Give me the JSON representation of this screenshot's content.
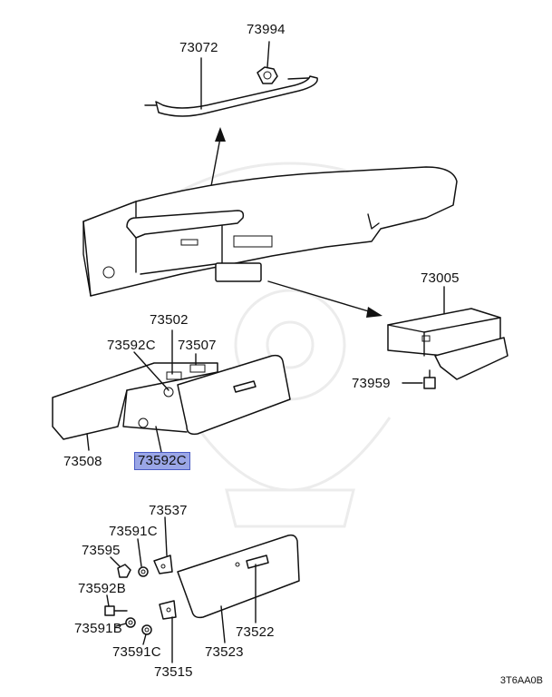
{
  "labels": [
    {
      "id": "73994",
      "text": "73994"
    },
    {
      "id": "73072",
      "text": "73072"
    },
    {
      "id": "73005",
      "text": "73005"
    },
    {
      "id": "73502",
      "text": "73502"
    },
    {
      "id": "73592C_a",
      "text": "73592C"
    },
    {
      "id": "73507",
      "text": "73507"
    },
    {
      "id": "73959",
      "text": "73959"
    },
    {
      "id": "73508",
      "text": "73508"
    },
    {
      "id": "73592C_b",
      "text": "73592C"
    },
    {
      "id": "73537",
      "text": "73537"
    },
    {
      "id": "73591C_a",
      "text": "73591C"
    },
    {
      "id": "73595",
      "text": "73595"
    },
    {
      "id": "73592B",
      "text": "73592B"
    },
    {
      "id": "73591B",
      "text": "73591B"
    },
    {
      "id": "73522",
      "text": "73522"
    },
    {
      "id": "73591C_b",
      "text": "73591C"
    },
    {
      "id": "73523",
      "text": "73523"
    },
    {
      "id": "73515",
      "text": "73515"
    }
  ],
  "highlighted": "73592C",
  "diagram_code": "3T6AA0B"
}
